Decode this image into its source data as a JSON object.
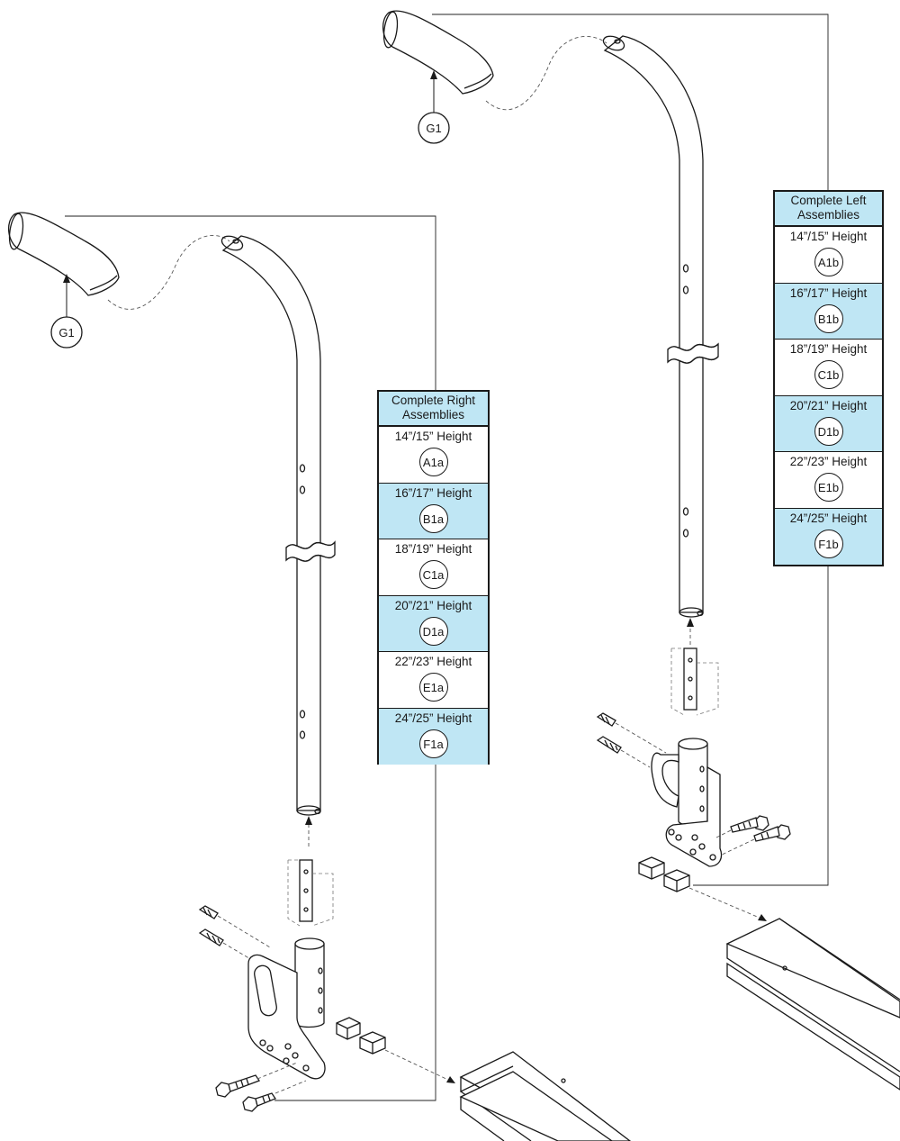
{
  "right_assemblies": {
    "title": "Complete Right Assemblies",
    "rows": [
      {
        "label": "14”/15” Height",
        "id": "A1a"
      },
      {
        "label": "16”/17” Height",
        "id": "B1a"
      },
      {
        "label": "18”/19” Height",
        "id": "C1a"
      },
      {
        "label": "20”/21” Height",
        "id": "D1a"
      },
      {
        "label": "22”/23” Height",
        "id": "E1a"
      },
      {
        "label": "24”/25” Height",
        "id": "F1a"
      }
    ]
  },
  "left_assemblies": {
    "title": "Complete Left Assemblies",
    "rows": [
      {
        "label": "14”/15” Height",
        "id": "A1b"
      },
      {
        "label": "16”/17” Height",
        "id": "B1b"
      },
      {
        "label": "18”/19” Height",
        "id": "C1b"
      },
      {
        "label": "20”/21” Height",
        "id": "D1b"
      },
      {
        "label": "22”/23” Height",
        "id": "E1b"
      },
      {
        "label": "24”/25” Height",
        "id": "F1b"
      }
    ]
  },
  "callouts": {
    "grip_left": "G1",
    "grip_right": "G1"
  },
  "colors": {
    "row_highlight": "#bfe6f4",
    "line": "#1a1a1a"
  }
}
